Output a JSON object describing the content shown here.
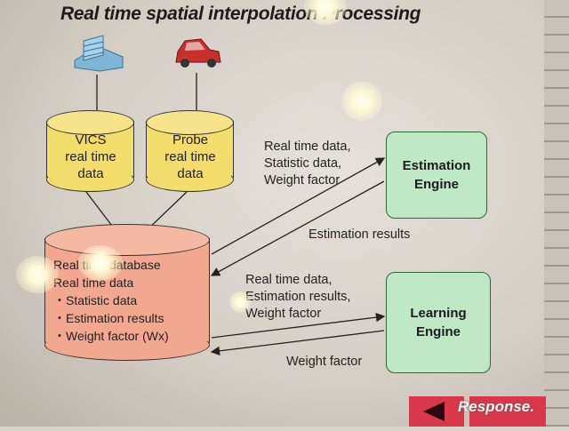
{
  "title": "Real time spatial interpolation Processing",
  "sources": {
    "vics": [
      "VICS",
      "real time",
      "data"
    ],
    "probe": [
      "Probe",
      "real time",
      "data"
    ]
  },
  "database": {
    "items": [
      "Real time database",
      "Real time data",
      "・Statistic data",
      "・Estimation results",
      "・Weight factor (Wx)"
    ]
  },
  "engines": {
    "estimation": [
      "Estimation",
      "Engine"
    ],
    "learning": [
      "Learning",
      "Engine"
    ]
  },
  "flows": {
    "to_estimation": [
      "Real time data,",
      "Statistic data,",
      "Weight factor"
    ],
    "from_estimation": "Estimation results",
    "to_learning": [
      "Real time data,",
      "Estimation results,",
      "Weight factor"
    ],
    "from_learning": "Weight factor"
  },
  "watermark": "Response.",
  "icons": [
    "building-icon",
    "car-icon"
  ],
  "colors": {
    "panel": "#6fa8e8",
    "source_db": "#f2dc6c",
    "central_db": "#f2a88e",
    "engine": "#bfe8c4"
  }
}
